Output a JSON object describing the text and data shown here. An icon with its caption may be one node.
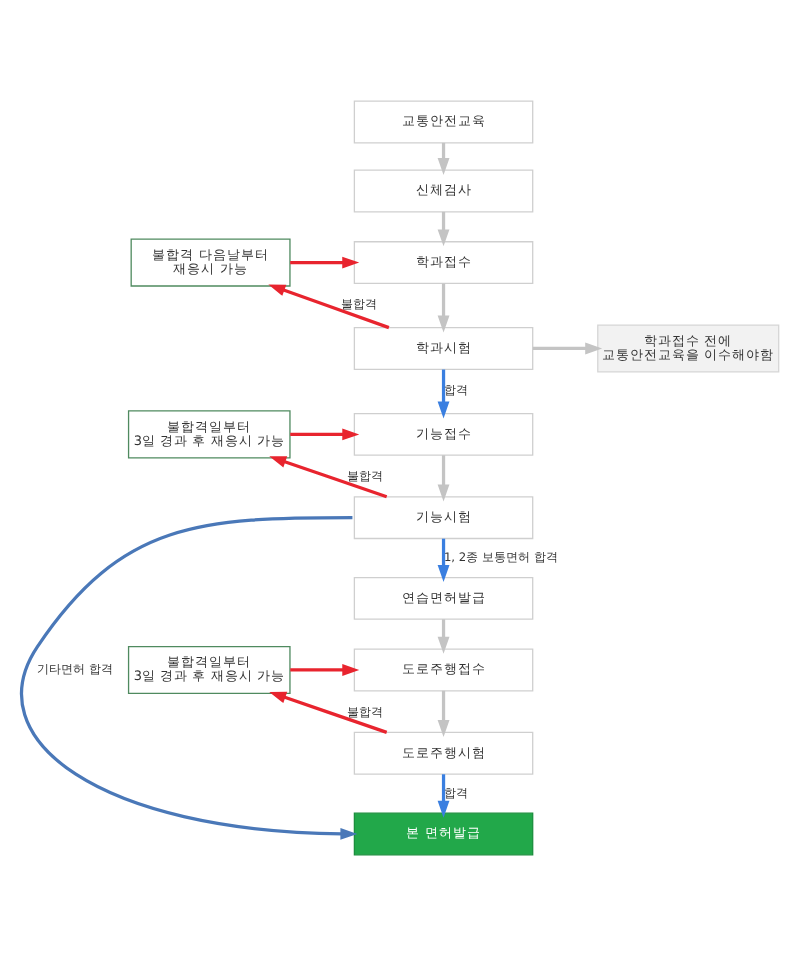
{
  "diagram": {
    "nodes": [
      {
        "text": [
          "교통안전교육"
        ]
      },
      {
        "text": [
          "신체검사"
        ]
      },
      {
        "text": [
          "학과접수"
        ]
      },
      {
        "text": [
          "불합격 다음날부터 재응시 가능"
        ]
      },
      {
        "text": [
          "학과시험"
        ]
      },
      {
        "text": [
          "학과접수 전에 교통안전교육을 이수해야함"
        ]
      },
      {
        "text": [
          "기능접수"
        ]
      },
      {
        "text": [
          "불합격일부터 3일 경과 후 재응시 가능"
        ]
      },
      {
        "text": [
          "기능시험"
        ]
      },
      {
        "text": [
          "연습면허발급"
        ]
      },
      {
        "text": [
          "도로주행접수"
        ]
      },
      {
        "text": [
          "불합격일부터 3일 경과 후 재응시 가능"
        ]
      },
      {
        "text": [
          "도로주행시험"
        ]
      },
      {
        "text": [
          "본 면허발급"
        ]
      }
    ],
    "edges": [
      {
        "from": 0,
        "to": 1,
        "arrow": "to"
      },
      {
        "from": 1,
        "to": 2,
        "arrow": "to"
      },
      {
        "from": 2,
        "to": 4,
        "arrow": "to"
      },
      {
        "from": 4,
        "to": 5,
        "arrow": "to"
      },
      {
        "from": 4,
        "to": 3,
        "arrow": "to",
        "label": "불합격",
        "color": "#e8242e"
      },
      {
        "from": 3,
        "to": 2,
        "arrow": "to",
        "color": "#e8242e"
      },
      {
        "from": 4,
        "to": 6,
        "arrow": "to",
        "label": "합격",
        "color": "#3a7fe0"
      },
      {
        "from": 6,
        "to": 8,
        "arrow": "to"
      },
      {
        "from": 8,
        "to": 7,
        "arrow": "to",
        "label": "불합격",
        "color": "#e8242e"
      },
      {
        "from": 7,
        "to": 6,
        "arrow": "to",
        "color": "#e8242e"
      },
      {
        "from": 8,
        "to": 9,
        "arrow": "to",
        "label": "1, 2종 보통면허 합격",
        "color": "#3a7fe0"
      },
      {
        "from": 8,
        "to": 13,
        "arrow": "to",
        "label": "기타면허 합격",
        "color": "#4a78b8"
      },
      {
        "from": 9,
        "to": 10,
        "arrow": "to"
      },
      {
        "from": 10,
        "to": 12,
        "arrow": "to"
      },
      {
        "from": 12,
        "to": 11,
        "arrow": "to",
        "label": "불합격",
        "color": "#e8242e"
      },
      {
        "from": 11,
        "to": 10,
        "arrow": "to",
        "color": "#e8242e"
      },
      {
        "from": 12,
        "to": 13,
        "arrow": "to",
        "label": "합격",
        "color": "#3a7fe0"
      }
    ]
  }
}
